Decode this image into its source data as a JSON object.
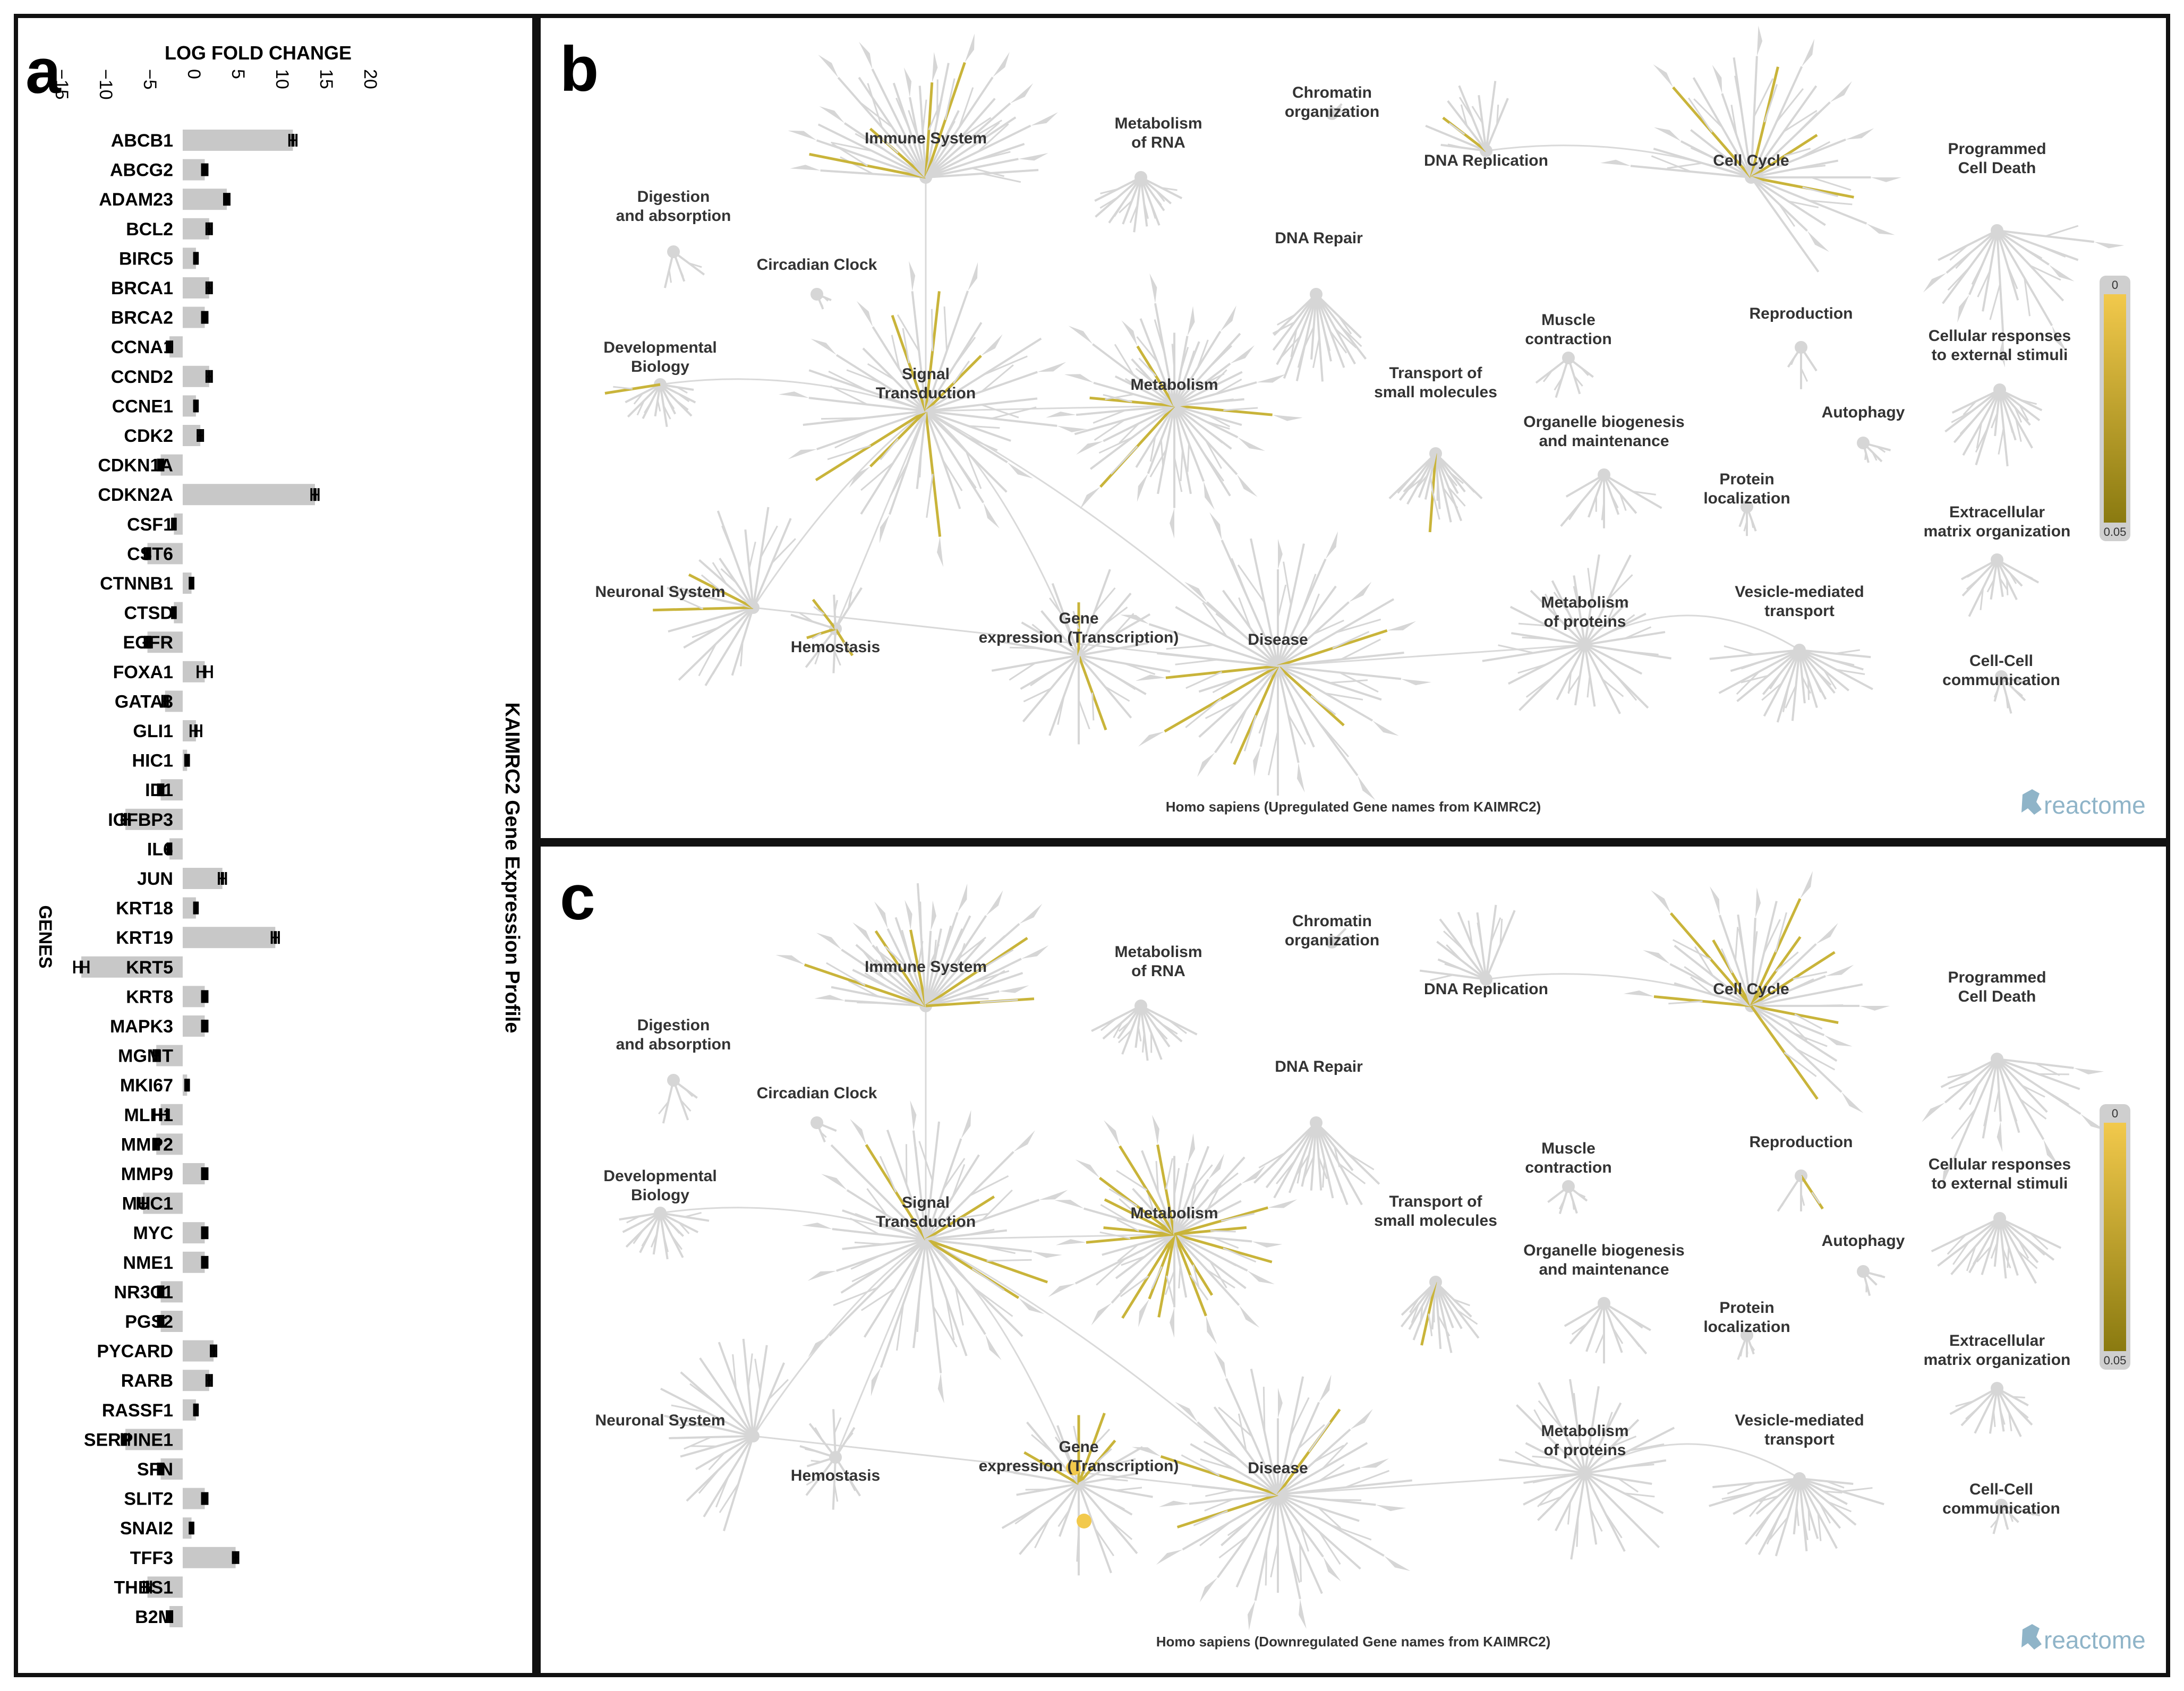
{
  "panels": {
    "a": {
      "letter": "a",
      "chart_data": {
        "type": "bar",
        "orientation": "horizontal",
        "xlabel": "LOG FOLD CHANGE",
        "ylabel": "GENES",
        "title": "KAIMRC2 Gene Expression Profile",
        "xlim": [
          -15,
          20
        ],
        "x_ticks": [
          -15,
          -10,
          -5,
          0,
          5,
          10,
          15,
          20
        ],
        "x_tick_labels": [
          "−15",
          "−10",
          "−5",
          "0",
          "5",
          "10",
          "15",
          "20"
        ],
        "categories": [
          "ABCB1",
          "ABCG2",
          "ADAM23",
          "BCL2",
          "BIRC5",
          "BRCA1",
          "BRCA2",
          "CCNA1",
          "CCND2",
          "CCNE1",
          "CDK2",
          "CDKN1A",
          "CDKN2A",
          "CSF1",
          "CST6",
          "CTNNB1",
          "CTSD",
          "EGFR",
          "FOXA1",
          "GATA3",
          "GLI1",
          "HIC1",
          "ID1",
          "IGFBP3",
          "IL6",
          "JUN",
          "KRT18",
          "KRT19",
          "KRT5",
          "KRT8",
          "MAPK3",
          "MGMT",
          "MKI67",
          "MLH1",
          "MMP2",
          "MMP9",
          "MUC1",
          "MYC",
          "NME1",
          "NR3C1",
          "PGS2",
          "PYCARD",
          "RARB",
          "RASSF1",
          "SERPINE1",
          "SFN",
          "SLIT2",
          "SNAI2",
          "TFF3",
          "THBS1",
          "B2M"
        ],
        "values": [
          12.5,
          2.5,
          5,
          3,
          1.5,
          3,
          2.5,
          -1.5,
          3,
          1.5,
          2,
          -2.5,
          15,
          -1,
          -4,
          1,
          -1,
          -4,
          2.5,
          -2,
          1.5,
          0.5,
          -2.5,
          -6.5,
          -1.5,
          4.5,
          1.5,
          10.5,
          -11.5,
          2.5,
          2.5,
          -3,
          0.5,
          -2.5,
          -3,
          2.5,
          -4.5,
          2.5,
          2.5,
          -2.5,
          -2.5,
          3.5,
          3,
          1.5,
          -6.5,
          -2.5,
          2.5,
          1,
          6,
          -4,
          -1.5
        ],
        "errors": [
          0.4,
          0.3,
          0.3,
          0.3,
          0.2,
          0.3,
          0.3,
          0.3,
          0.3,
          0.2,
          0.3,
          0.3,
          0.4,
          0.2,
          0.3,
          0.2,
          0.2,
          0.3,
          0.8,
          0.3,
          0.6,
          0.2,
          0.3,
          0.4,
          0.2,
          0.4,
          0.2,
          0.4,
          0.8,
          0.3,
          0.3,
          0.3,
          0.2,
          0.7,
          0.3,
          0.3,
          0.6,
          0.3,
          0.3,
          0.3,
          0.3,
          0.3,
          0.3,
          0.2,
          0.4,
          0.3,
          0.3,
          0.2,
          0.3,
          0.4,
          0.3
        ],
        "bar_color": "#c8c8c8",
        "error_color": "#000000"
      }
    },
    "b": {
      "letter": "b",
      "footer": "Homo sapiens (Upregulated Gene names from KAIMRC2)"
    },
    "c": {
      "letter": "c",
      "footer": "Homo sapiens (Downregulated Gene names from KAIMRC2)"
    },
    "reactome": {
      "brand": "reactome",
      "legend_top": "0",
      "legend_bottom": "0.05",
      "legend_color_top": "#f2c94c",
      "legend_color_bottom": "#8a7a10",
      "node_color": "#d6d6d6",
      "highlight_color": "#c9b43a",
      "pathways": [
        {
          "id": "immune",
          "label": [
            "Immune System"
          ]
        },
        {
          "id": "metab-rna",
          "label": [
            "Metabolism",
            "of RNA"
          ]
        },
        {
          "id": "chromatin",
          "label": [
            "Chromatin",
            "organization"
          ]
        },
        {
          "id": "dna-rep",
          "label": [
            "DNA Replication"
          ]
        },
        {
          "id": "cell-cycle",
          "label": [
            "Cell Cycle"
          ]
        },
        {
          "id": "prog-death",
          "label": [
            "Programmed",
            "Cell Death"
          ]
        },
        {
          "id": "digestion",
          "label": [
            "Digestion",
            "and absorption"
          ]
        },
        {
          "id": "circadian",
          "label": [
            "Circadian Clock"
          ]
        },
        {
          "id": "dna-repair",
          "label": [
            "DNA Repair"
          ]
        },
        {
          "id": "dev-bio",
          "label": [
            "Developmental",
            "Biology"
          ]
        },
        {
          "id": "signal",
          "label": [
            "Signal",
            "Transduction"
          ]
        },
        {
          "id": "metabolism",
          "label": [
            "Metabolism"
          ]
        },
        {
          "id": "transport",
          "label": [
            "Transport of",
            "small molecules"
          ]
        },
        {
          "id": "muscle",
          "label": [
            "Muscle",
            "contraction"
          ]
        },
        {
          "id": "reproduction",
          "label": [
            "Reproduction"
          ]
        },
        {
          "id": "cell-resp",
          "label": [
            "Cellular responses",
            "to external stimuli"
          ]
        },
        {
          "id": "organelle",
          "label": [
            "Organelle biogenesis",
            "and maintenance"
          ]
        },
        {
          "id": "autophagy",
          "label": [
            "Autophagy"
          ]
        },
        {
          "id": "protein-loc",
          "label": [
            "Protein",
            "localization"
          ]
        },
        {
          "id": "ecm",
          "label": [
            "Extracellular",
            "matrix organization"
          ]
        },
        {
          "id": "neuronal",
          "label": [
            "Neuronal System"
          ]
        },
        {
          "id": "hemostasis",
          "label": [
            "Hemostasis"
          ]
        },
        {
          "id": "gene-expr",
          "label": [
            "Gene",
            "expression (Transcription)"
          ]
        },
        {
          "id": "disease",
          "label": [
            "Disease"
          ]
        },
        {
          "id": "metab-prot",
          "label": [
            "Metabolism",
            "of proteins"
          ]
        },
        {
          "id": "vesicle",
          "label": [
            "Vesicle-mediated",
            "transport"
          ]
        },
        {
          "id": "cell-cell",
          "label": [
            "Cell-Cell",
            "communication"
          ]
        }
      ]
    }
  }
}
